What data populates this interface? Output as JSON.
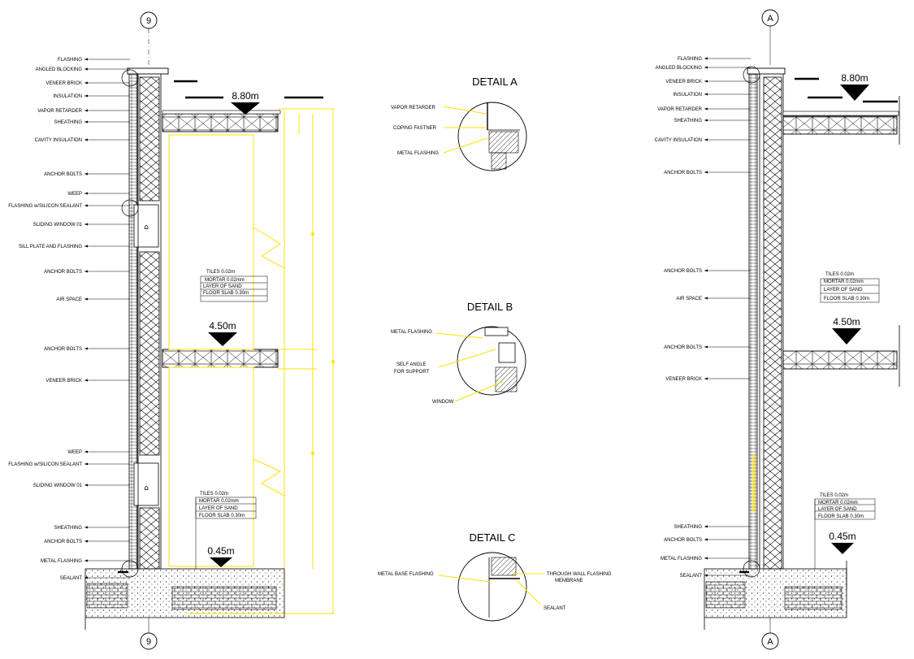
{
  "grid_bubbles": {
    "left_top": "9",
    "left_bottom": "9",
    "right_top": "A",
    "right_bottom": "A"
  },
  "left": {
    "labels": [
      "FLASHING",
      "ANGLED BLOCKING",
      "VENEER BRICK",
      "INSULATION",
      "VAPOR RETARDER",
      "SHEATHING",
      "CAVITY INSULATION",
      "ANCHOR BOLTS",
      "WEEP",
      "FLASHING w/SILICON SEALANT",
      "SLIDING WINDOW 01",
      "SILL PLATE AND FLASHING",
      "ANCHOR BOLTS",
      "AIR SPACE",
      "ANCHOR BOLTS",
      "VENEER BRICK",
      "WEEP",
      "FLASHING w/SILICON SEALANT",
      "SLIDING WINDOW 01",
      "SHEATHING",
      "ANCHOR BOLTS",
      "METAL FLASHING",
      "SEALANT"
    ],
    "levels": [
      "8.80m",
      "4.50m",
      "0.45m"
    ],
    "floor_mid": [
      "TILES 0.02m",
      "MORTAR 0.02mm",
      "LAYER OF SAND",
      "FLOOR SLAB 0.30m"
    ],
    "floor_bottom": [
      "TILES 0.02m",
      "MORTAR 0.02mm",
      "LAYER OF SAND",
      "FLOOR SLAB 0.30m"
    ]
  },
  "right": {
    "labels": [
      "FLASHING",
      "ANGLED BLOCKING",
      "VENEER BRICK",
      "INSULATION",
      "VAPOR RETARDER",
      "SHEATHING",
      "CAVITY INSULATION",
      "ANCHOR BOLTS",
      "ANCHOR BOLTS",
      "AIR SPACE",
      "ANCHOR BOLTS",
      "VENEER BRICK",
      "SHEATHING",
      "ANCHOR BOLTS",
      "METAL FLASHING",
      "SEALANT"
    ],
    "levels": [
      "8.80m",
      "4.50m",
      "0.45m"
    ],
    "floor_mid": [
      "TILES 0.02m",
      "MORTAR 0.02mm",
      "LAYER OF SAND",
      "FLOOR SLAB 0.30m"
    ],
    "floor_bottom": [
      "TILES 0.02m",
      "MORTAR 0.02mm",
      "LAYER OF SAND",
      "FLOOR SLAB 0.30m"
    ]
  },
  "details": {
    "a": {
      "title": "DETAIL A",
      "labels": [
        "VAPOR RETARDER",
        "COPING FASTNER",
        "METAL FLASHING"
      ]
    },
    "b": {
      "title": "DETAIL B",
      "labels": [
        "METAL FLASHING",
        "SELF ANGLE",
        "FOR SUPPORT",
        "WINDOW"
      ]
    },
    "c": {
      "title": "DETAIL C",
      "labels": [
        "METAL BASE FLASHING",
        "THROUGH WALL FLASHING",
        "MEMBRANE",
        "SEALANT"
      ]
    }
  }
}
